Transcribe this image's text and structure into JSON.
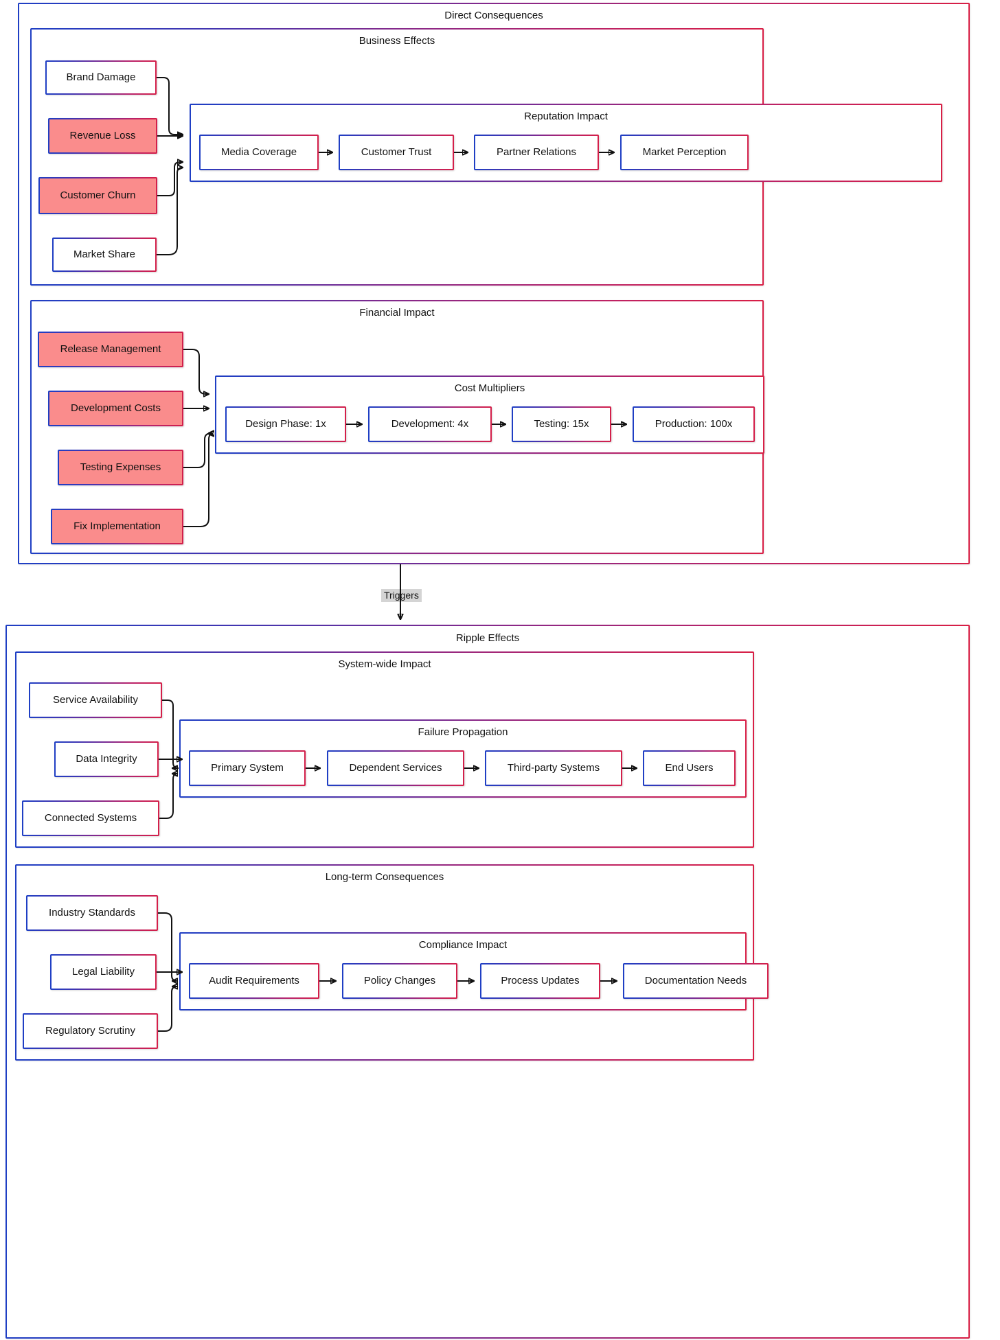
{
  "diagram": {
    "type": "flowchart",
    "edge_label": "Triggers",
    "colors": {
      "border_start": "#1f3fc4",
      "border_end": "#d41f49",
      "highlight_fill": "#fa8c8c",
      "plain_fill": "#ffffff",
      "arrow": "#111111",
      "edge_label_bg": "#d4d4d4"
    }
  },
  "sections": [
    {
      "id": "direct-consequences",
      "title": "Direct Consequences",
      "subsections": [
        {
          "id": "business-effects",
          "title": "Business Effects",
          "inputs": [
            {
              "label": "Brand Damage",
              "highlight": false
            },
            {
              "label": "Revenue Loss",
              "highlight": true
            },
            {
              "label": "Customer Churn",
              "highlight": true
            },
            {
              "label": "Market Share",
              "highlight": false
            }
          ],
          "chain": {
            "title": "Reputation Impact",
            "steps": [
              {
                "label": "Media Coverage"
              },
              {
                "label": "Customer Trust"
              },
              {
                "label": "Partner Relations"
              },
              {
                "label": "Market Perception"
              }
            ]
          }
        },
        {
          "id": "financial-impact",
          "title": "Financial Impact",
          "inputs": [
            {
              "label": "Release Management",
              "highlight": true
            },
            {
              "label": "Development Costs",
              "highlight": true
            },
            {
              "label": "Testing Expenses",
              "highlight": true
            },
            {
              "label": "Fix Implementation",
              "highlight": true
            }
          ],
          "chain": {
            "title": "Cost Multipliers",
            "steps": [
              {
                "label": "Design Phase: 1x"
              },
              {
                "label": "Development: 4x"
              },
              {
                "label": "Testing: 15x"
              },
              {
                "label": "Production: 100x"
              }
            ]
          }
        }
      ]
    },
    {
      "id": "ripple-effects",
      "title": "Ripple Effects",
      "subsections": [
        {
          "id": "system-wide-impact",
          "title": "System-wide Impact",
          "inputs": [
            {
              "label": "Service Availability",
              "highlight": false
            },
            {
              "label": "Data Integrity",
              "highlight": false
            },
            {
              "label": "Connected Systems",
              "highlight": false
            }
          ],
          "chain": {
            "title": "Failure Propagation",
            "steps": [
              {
                "label": "Primary System"
              },
              {
                "label": "Dependent Services"
              },
              {
                "label": "Third-party Systems"
              },
              {
                "label": "End Users"
              }
            ]
          }
        },
        {
          "id": "long-term-consequences",
          "title": "Long-term Consequences",
          "inputs": [
            {
              "label": "Industry Standards",
              "highlight": false
            },
            {
              "label": "Legal Liability",
              "highlight": false
            },
            {
              "label": "Regulatory Scrutiny",
              "highlight": false
            }
          ],
          "chain": {
            "title": "Compliance Impact",
            "steps": [
              {
                "label": "Audit Requirements"
              },
              {
                "label": "Policy Changes"
              },
              {
                "label": "Process Updates"
              },
              {
                "label": "Documentation Needs"
              }
            ]
          }
        }
      ]
    }
  ]
}
